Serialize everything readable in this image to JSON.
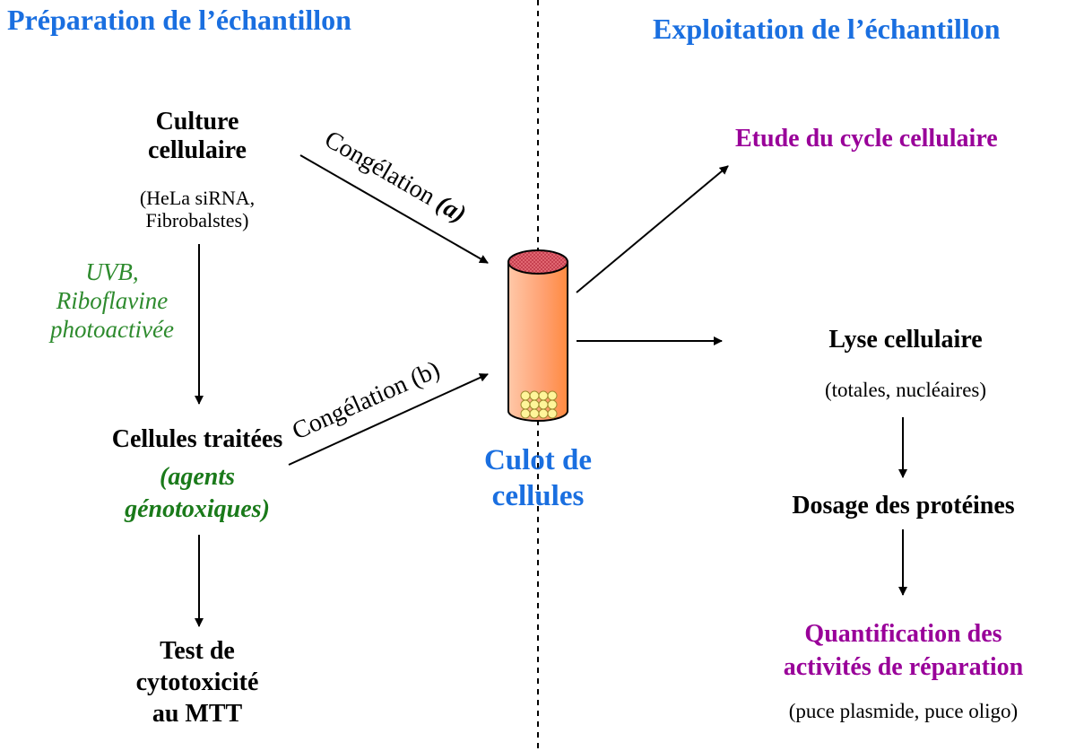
{
  "headers": {
    "left": "Préparation de l’échantillon",
    "right": "Exploitation de l’échantillon"
  },
  "left": {
    "culture_title_line1": "Culture",
    "culture_title_line2": "cellulaire",
    "culture_sub_line1": "(HeLa siRNA,",
    "culture_sub_line2": "Fibrobalstes)",
    "treatment_line1": "UVB,",
    "treatment_line2": "Riboflavine",
    "treatment_line3": "photoactivée",
    "treated_title": "Cellules traitées",
    "treated_sub_line1": "(agents",
    "treated_sub_line2": "génotoxiques)",
    "test_line1": "Test de",
    "test_line2": "cytotoxicité",
    "test_line3": "au MTT"
  },
  "center": {
    "freeze_a_text": "Congélation",
    "freeze_a_tag": "(a)",
    "freeze_b": "Congélation (b)",
    "pellet_line1": "Culot de",
    "pellet_line2": "cellules"
  },
  "right": {
    "cycle": "Etude du cycle cellulaire",
    "lysis_title": "Lyse cellulaire",
    "lysis_sub": "(totales, nucléaires)",
    "dosage": "Dosage des protéines",
    "quant_line1": "Quantification des",
    "quant_line2": "activités de réparation",
    "quant_sub": "(puce plasmide, puce oligo)"
  },
  "colors": {
    "header_blue": "#1a6fe0",
    "purple": "#990099",
    "green": "#2e8b2e",
    "tube_body": "#ffb48a",
    "tube_top": "#e85a6a"
  }
}
